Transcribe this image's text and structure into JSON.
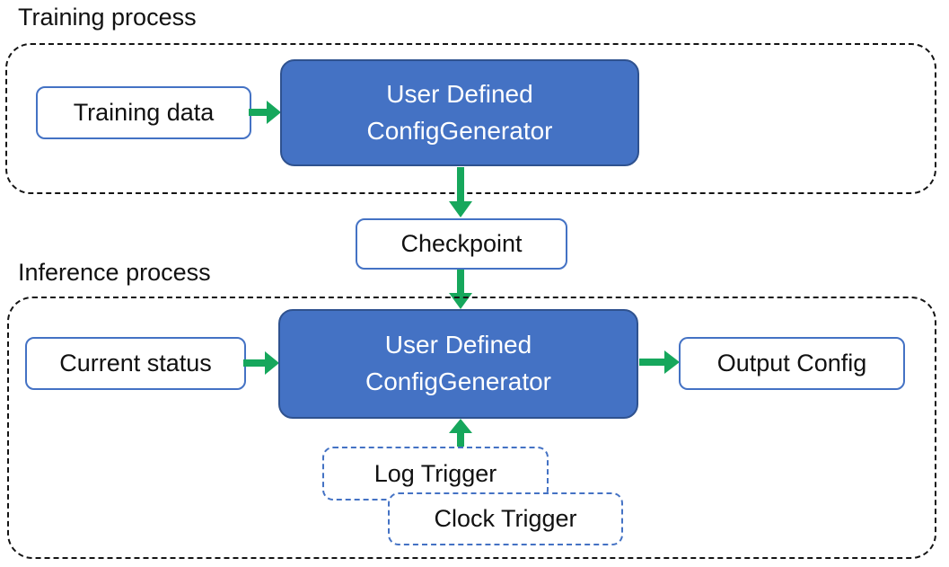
{
  "colors": {
    "blue-fill": "#4472C4",
    "blue-border": "#2F528F",
    "outline-blue": "#4472C4",
    "arrow-green": "#16A75C",
    "dash-black": "#141414",
    "text-dark": "#111111",
    "text-white": "#FFFFFF"
  },
  "training": {
    "section_label": "Training process",
    "training_data_label": "Training data",
    "generator_label_line1": "User Defined",
    "generator_label_line2": "ConfigGenerator"
  },
  "checkpoint_label": "Checkpoint",
  "inference": {
    "section_label": "Inference process",
    "current_status_label": "Current status",
    "generator_label_line1": "User Defined",
    "generator_label_line2": "ConfigGenerator",
    "output_config_label": "Output Config",
    "log_trigger_label": "Log Trigger",
    "clock_trigger_label": "Clock Trigger"
  }
}
